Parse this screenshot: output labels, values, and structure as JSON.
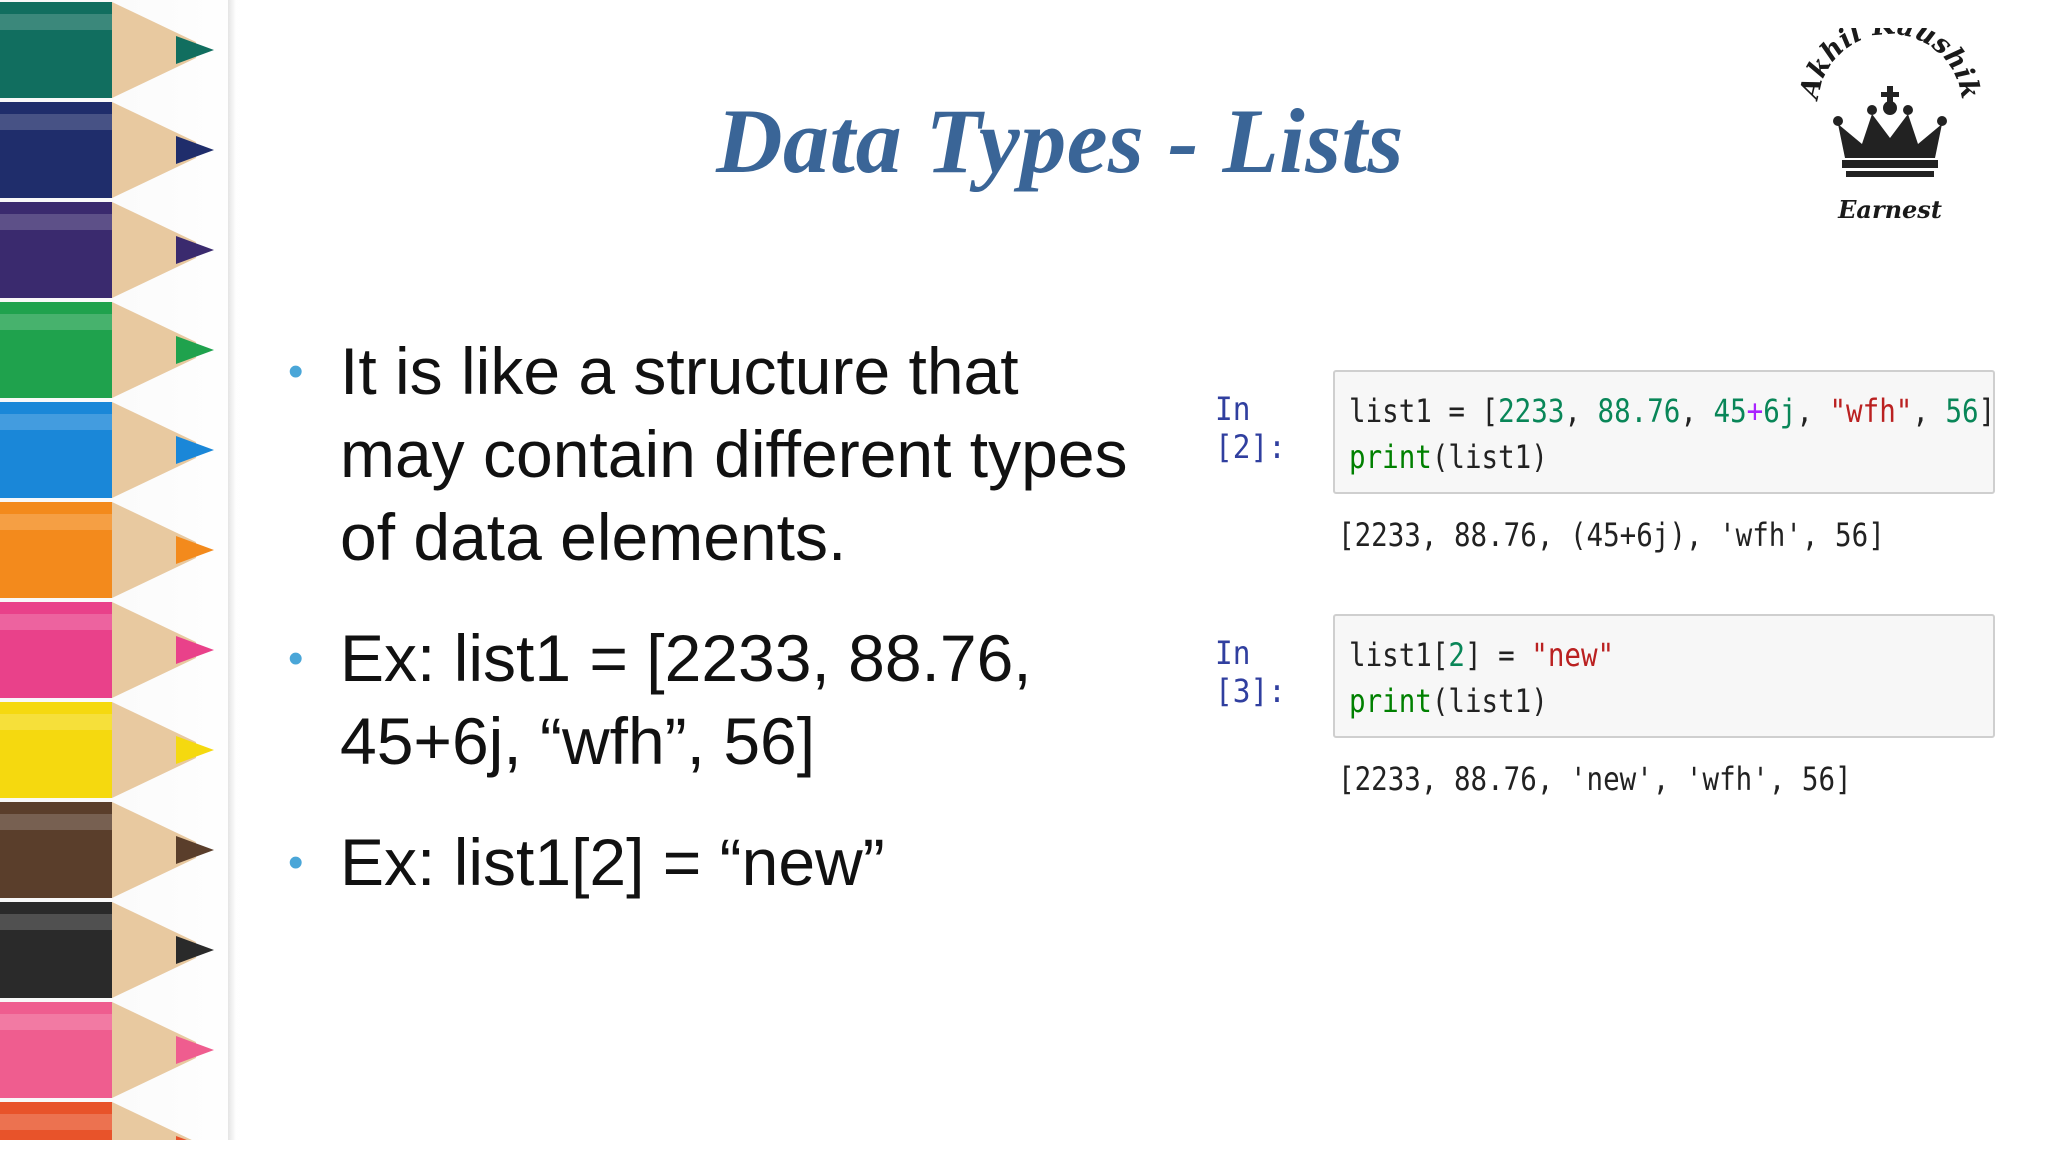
{
  "slide": {
    "title": "Data Types - Lists",
    "bullets": [
      "It is like a structure that\nmay contain different types\nof data elements.",
      "Ex: list1 = [2233, 88.76,\n45+6j, “wfh”, 56]",
      "Ex: list1[2] = “new”"
    ]
  },
  "logo": {
    "top_text": "Akhil Kaushik",
    "bottom_text": "Earnest"
  },
  "notebook": {
    "cells": [
      {
        "prompt": "In [2]:",
        "line1": {
          "a": "list1 = [",
          "n1": "2233",
          "c1": ", ",
          "n2": "88.76",
          "c2": ", ",
          "n3": "45",
          "op": "+",
          "n4": "6j",
          "c3": ", ",
          "s1": "\"wfh\"",
          "c4": ", ",
          "n5": "56",
          "end": "]"
        },
        "line2": {
          "fn": "print",
          "rest": "(list1)"
        },
        "output": "[2233, 88.76, (45+6j), 'wfh', 56]"
      },
      {
        "prompt": "In [3]:",
        "line1": {
          "a": "list1[",
          "idx": "2",
          "b": "] = ",
          "s": "\"new\""
        },
        "line2": {
          "fn": "print",
          "rest": "(list1)"
        },
        "output": "[2233, 88.76, 'new', 'wfh', 56]"
      }
    ]
  },
  "colors": {
    "title": "#3a6597",
    "bullet_dot": "#4aa6d8",
    "pencils": [
      "#116e5f",
      "#1f2d6b",
      "#3a2a6e",
      "#1fa24d",
      "#1a87d8",
      "#f38a1c",
      "#e9418a",
      "#f5d90f",
      "#5a3e2b",
      "#2a2a2a",
      "#ef5d8f",
      "#e8532a"
    ]
  }
}
